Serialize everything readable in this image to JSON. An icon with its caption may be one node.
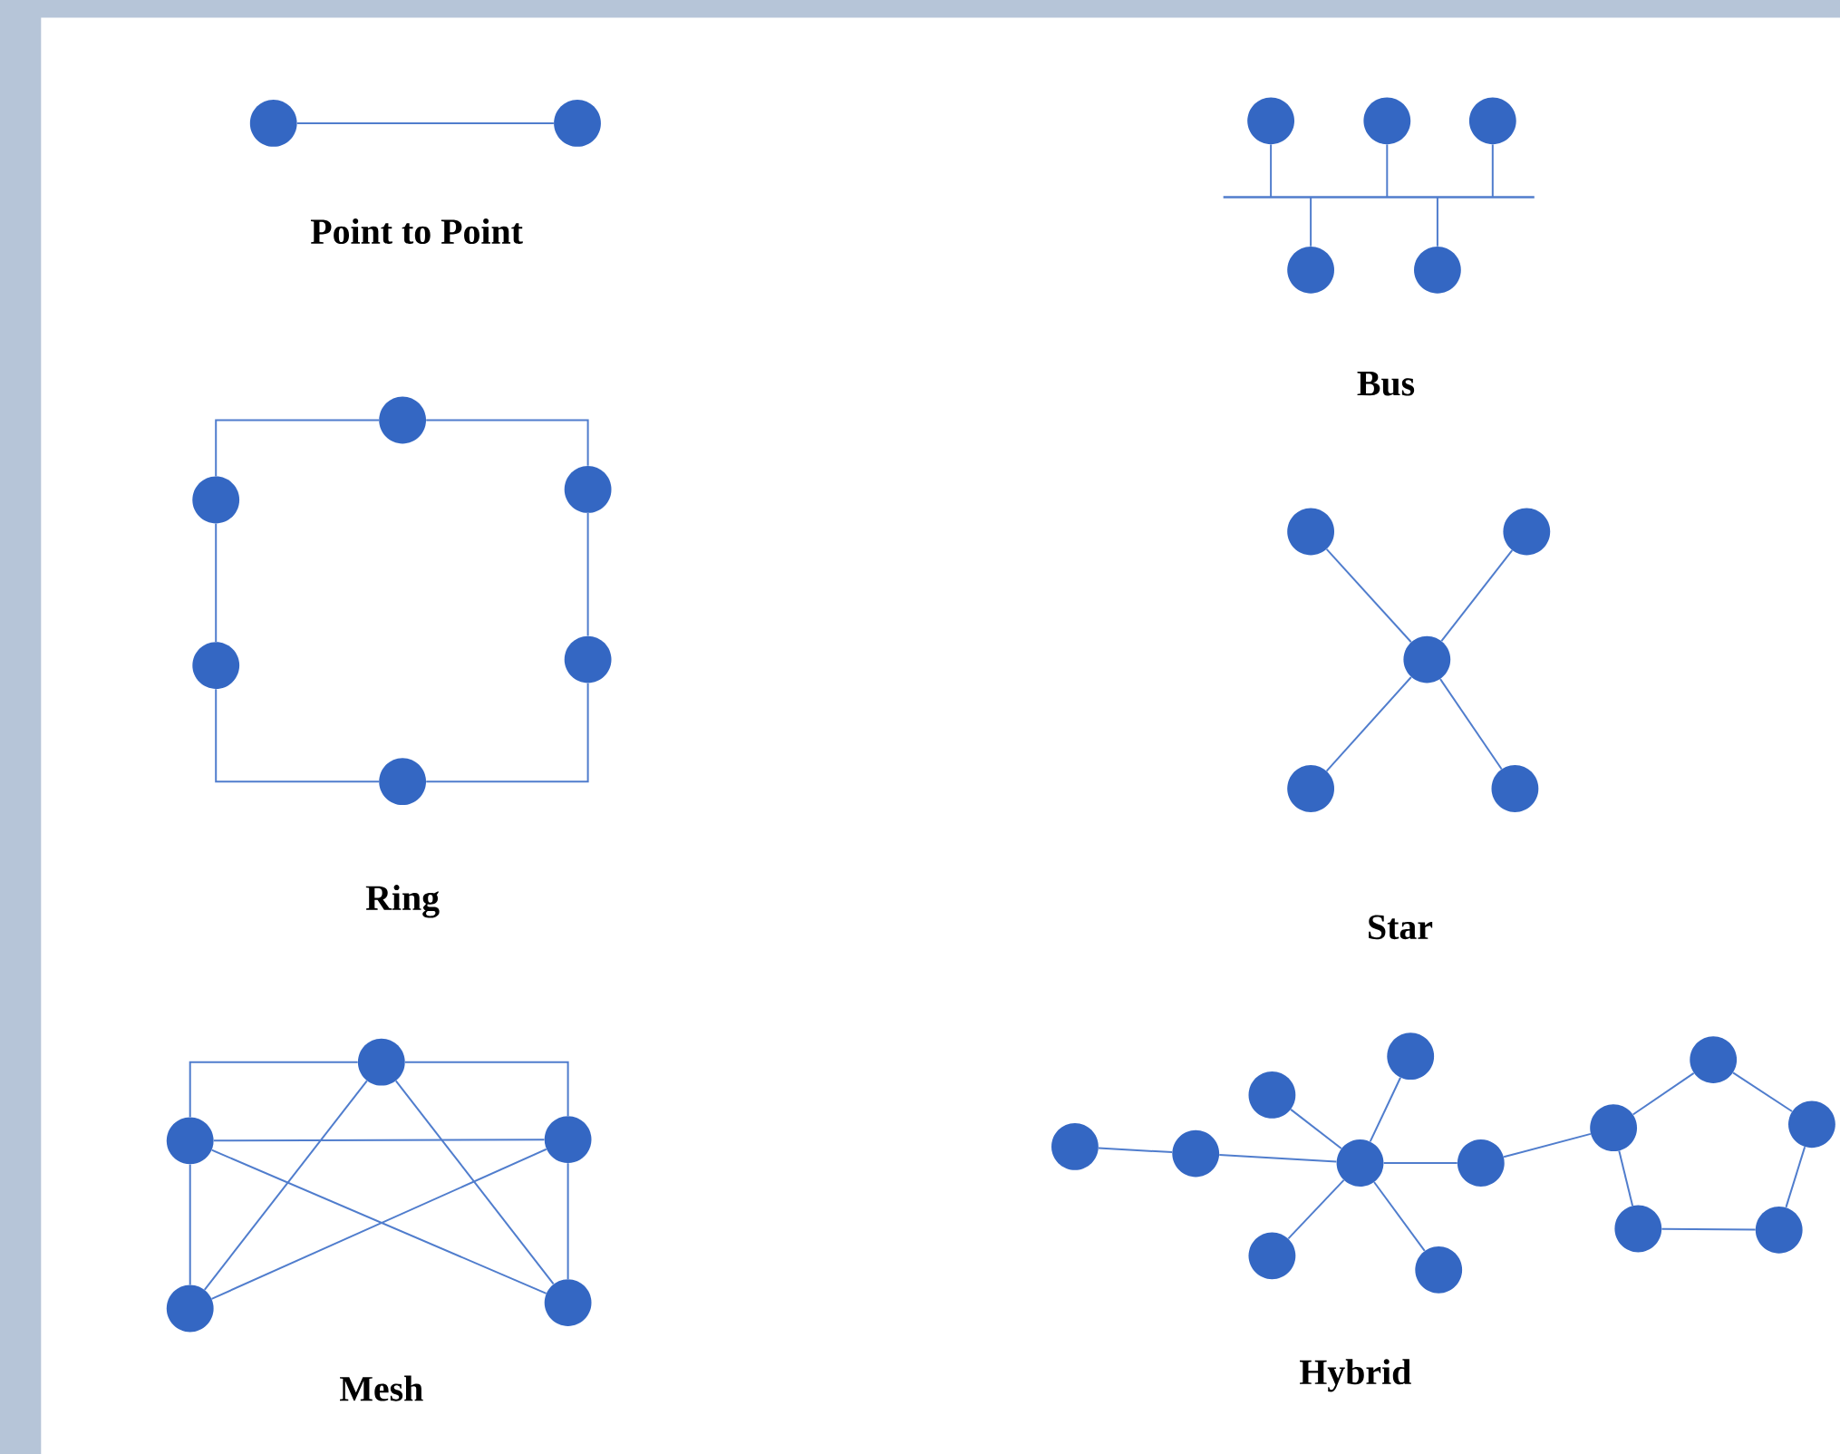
{
  "diagram": {
    "nodes": [
      {
        "text": [],
        "shape": "circle"
      },
      {
        "text": [],
        "shape": "circle"
      },
      {
        "text": [],
        "shape": "circle"
      },
      {
        "text": [],
        "shape": "circle"
      },
      {
        "text": [],
        "shape": "circle"
      },
      {
        "text": [],
        "shape": "circle"
      },
      {
        "text": [],
        "shape": "circle"
      },
      {
        "text": [],
        "shape": "bar"
      },
      {
        "text": [],
        "shape": "circle"
      },
      {
        "text": [],
        "shape": "circle"
      },
      {
        "text": [],
        "shape": "circle"
      },
      {
        "text": [],
        "shape": "circle"
      },
      {
        "text": [],
        "shape": "circle"
      },
      {
        "text": [],
        "shape": "circle"
      },
      {
        "text": [],
        "shape": "circle"
      },
      {
        "text": [],
        "shape": "circle"
      },
      {
        "text": [],
        "shape": "circle"
      },
      {
        "text": [],
        "shape": "circle"
      },
      {
        "text": [],
        "shape": "circle"
      },
      {
        "text": [],
        "shape": "circle"
      },
      {
        "text": [],
        "shape": "circle"
      },
      {
        "text": [],
        "shape": "circle"
      },
      {
        "text": [],
        "shape": "circle"
      },
      {
        "text": [],
        "shape": "circle"
      },
      {
        "text": [],
        "shape": "circle"
      },
      {
        "text": [],
        "shape": "circle"
      },
      {
        "text": [],
        "shape": "circle"
      },
      {
        "text": [],
        "shape": "circle"
      },
      {
        "text": [],
        "shape": "circle"
      },
      {
        "text": [],
        "shape": "circle"
      },
      {
        "text": [],
        "shape": "circle"
      },
      {
        "text": [],
        "shape": "circle"
      },
      {
        "text": [],
        "shape": "circle"
      },
      {
        "text": [],
        "shape": "circle"
      },
      {
        "text": [],
        "shape": "circle"
      },
      {
        "text": [],
        "shape": "circle"
      },
      {
        "text": [],
        "shape": "circle"
      }
    ],
    "edges": [
      {
        "from": 0,
        "to": 1,
        "arrow": "none"
      },
      {
        "from": 2,
        "to": 7,
        "arrow": "none"
      },
      {
        "from": 3,
        "to": 7,
        "arrow": "none"
      },
      {
        "from": 4,
        "to": 7,
        "arrow": "none"
      },
      {
        "from": 5,
        "to": 7,
        "arrow": "none"
      },
      {
        "from": 6,
        "to": 7,
        "arrow": "none"
      },
      {
        "from": 8,
        "to": 9,
        "arrow": "none"
      },
      {
        "from": 9,
        "to": 10,
        "arrow": "none"
      },
      {
        "from": 10,
        "to": 11,
        "arrow": "none"
      },
      {
        "from": 11,
        "to": 12,
        "arrow": "none"
      },
      {
        "from": 12,
        "to": 13,
        "arrow": "none"
      },
      {
        "from": 13,
        "to": 8,
        "arrow": "none"
      },
      {
        "from": 14,
        "to": 15,
        "arrow": "none"
      },
      {
        "from": 14,
        "to": 16,
        "arrow": "none"
      },
      {
        "from": 14,
        "to": 17,
        "arrow": "none"
      },
      {
        "from": 14,
        "to": 18,
        "arrow": "none"
      },
      {
        "from": 19,
        "to": 20,
        "arrow": "none"
      },
      {
        "from": 19,
        "to": 21,
        "arrow": "none"
      },
      {
        "from": 20,
        "to": 21,
        "arrow": "none"
      },
      {
        "from": 20,
        "to": 22,
        "arrow": "none"
      },
      {
        "from": 21,
        "to": 23,
        "arrow": "none"
      },
      {
        "from": 19,
        "to": 22,
        "arrow": "none"
      },
      {
        "from": 19,
        "to": 23,
        "arrow": "none"
      },
      {
        "from": 20,
        "to": 23,
        "arrow": "none"
      },
      {
        "from": 21,
        "to": 22,
        "arrow": "none"
      },
      {
        "from": 24,
        "to": 25,
        "arrow": "none"
      },
      {
        "from": 25,
        "to": 26,
        "arrow": "none"
      },
      {
        "from": 26,
        "to": 27,
        "arrow": "none"
      },
      {
        "from": 26,
        "to": 28,
        "arrow": "none"
      },
      {
        "from": 26,
        "to": 29,
        "arrow": "none"
      },
      {
        "from": 26,
        "to": 30,
        "arrow": "none"
      },
      {
        "from": 26,
        "to": 31,
        "arrow": "none"
      },
      {
        "from": 31,
        "to": 32,
        "arrow": "none"
      },
      {
        "from": 32,
        "to": 33,
        "arrow": "none"
      },
      {
        "from": 33,
        "to": 34,
        "arrow": "none"
      },
      {
        "from": 34,
        "to": 35,
        "arrow": "none"
      },
      {
        "from": 35,
        "to": 36,
        "arrow": "none"
      },
      {
        "from": 36,
        "to": 32,
        "arrow": "none"
      }
    ],
    "labels": [
      "Point to Point",
      "Bus",
      "Ring",
      "Star",
      "Mesh",
      "Hybrid"
    ]
  }
}
